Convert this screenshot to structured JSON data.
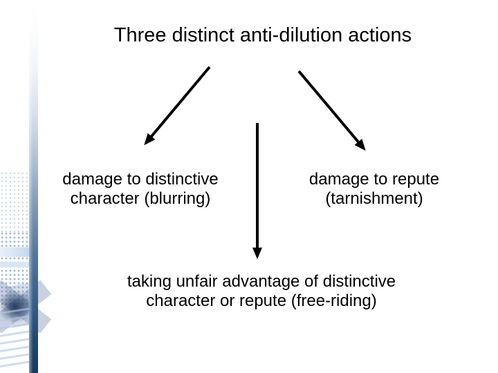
{
  "slide": {
    "title": "Three distinct anti-dilution actions",
    "labels": {
      "left": [
        "damage to distinctive",
        "character (blurring)"
      ],
      "right": [
        "damage to repute",
        "(tarnishment)"
      ],
      "bottom": [
        "taking unfair advantage of distinctive",
        "character or repute (free-riding)"
      ]
    },
    "colors": {
      "text": "#000000",
      "arrow": "#000000",
      "accent_bar_bottom": "#16395f",
      "accent_bar_mid": "#7e96b3",
      "decoration_light_blue": "#c6d9ee"
    }
  }
}
